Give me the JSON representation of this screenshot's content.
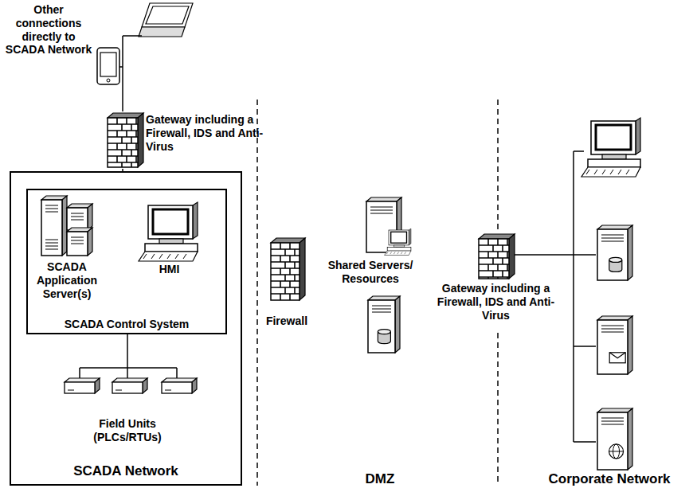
{
  "diagram": {
    "nodes": [
      {
        "text": [
          "Other connections directly to SCADA Network"
        ]
      },
      {
        "text": [
          "Gateway including a Firewall, IDS and Anti-Virus"
        ]
      },
      {
        "text": [
          "SCADA Network"
        ]
      },
      {
        "text": [
          "SCADA Control System"
        ],
        "in": 2
      },
      {
        "text": [
          "SCADA Application Server(s)"
        ],
        "in": 3
      },
      {
        "text": [
          "HMI"
        ],
        "in": 3
      },
      {
        "text": [
          "Field Units (PLCs/RTUs)"
        ],
        "in": 2
      },
      {
        "text": [
          "Firewall"
        ]
      },
      {
        "text": [
          "Shared Servers/ Resources"
        ]
      },
      {
        "text": [
          "Gateway including a Firewall, IDS and Anti-Virus"
        ]
      }
    ],
    "edges": [
      {
        "from": 0,
        "to": 1,
        "arrow": "none"
      },
      {
        "from": 1,
        "to": 2,
        "arrow": "none"
      },
      {
        "from": 3,
        "to": 6,
        "arrow": "none"
      }
    ],
    "labels": [
      "DMZ",
      "Corporate Network"
    ]
  }
}
